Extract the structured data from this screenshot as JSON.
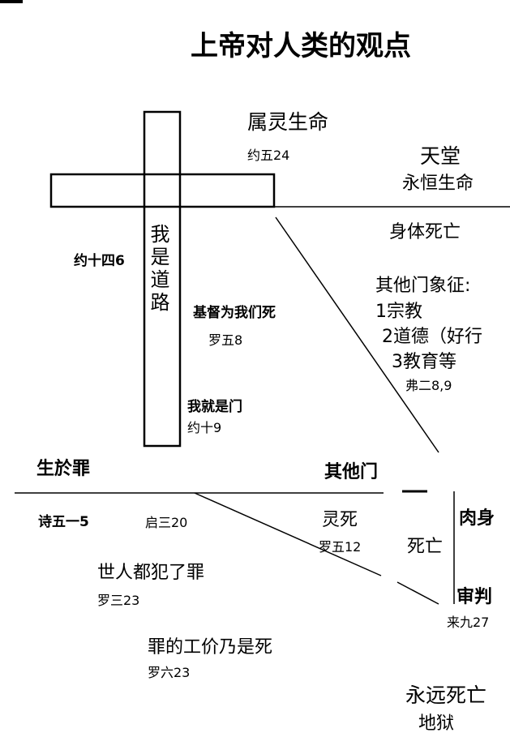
{
  "title": "上帝对人类的观点",
  "top": {
    "spiritual_life": "属灵生命",
    "ref_john_5_24": "约五24",
    "heaven": "天堂",
    "eternal_life": "永恒生命"
  },
  "cross": {
    "vertical_text": "我是道路",
    "ref_john_14_6": "约十四6",
    "christ_died": "基督为我们死",
    "ref_rom_5_8": "罗五8",
    "i_am_the_door": "我就是门",
    "ref_john_10_9": "约十9"
  },
  "right_column": {
    "body_death": "身体死亡",
    "other_doors_symbol": "其他门象征:",
    "item1": "1宗教",
    "item2": "2道德（好行",
    "item3": "3教育等",
    "ref_eph_2_8_9": "弗二8,9"
  },
  "middle": {
    "born_in_sin": "生於罪",
    "other_doors": "其他门"
  },
  "bottom": {
    "ref_ps_51_5": "诗五一5",
    "ref_rev_3_20": "启三20",
    "spiritual_death": "灵死",
    "ref_rom_5_12": "罗五12",
    "flesh": "肉身",
    "death": "死亡",
    "judgment": "审判",
    "ref_heb_9_27": "来九27",
    "all_have_sinned": "世人都犯了罪",
    "ref_rom_3_23": "罗三23",
    "wages_of_sin": "罪的工价乃是死",
    "ref_rom_6_23": "罗六23",
    "eternal_death": "永远死亡",
    "hell": "地狱"
  }
}
